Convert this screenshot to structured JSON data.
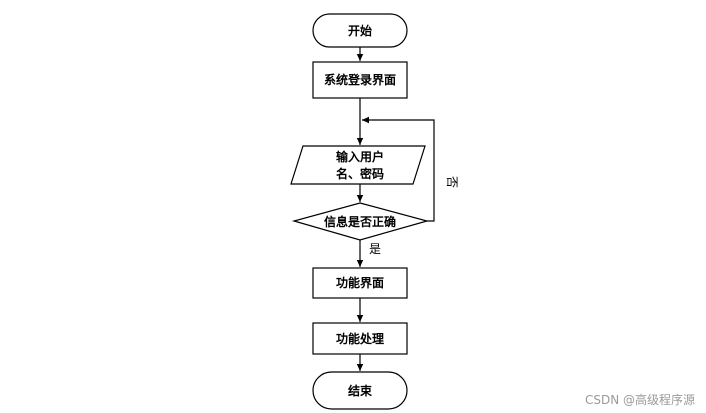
{
  "flowchart": {
    "nodes": {
      "start": "开始",
      "login_screen": "系统登录界面",
      "input_line1": "输入用户",
      "input_line2": "名、密码",
      "check": "信息是否正确",
      "function_screen": "功能界面",
      "function_process": "功能处理",
      "end": "结束"
    },
    "edge_labels": {
      "no": "否",
      "yes": "是"
    }
  },
  "watermark": "CSDN @高级程序源"
}
